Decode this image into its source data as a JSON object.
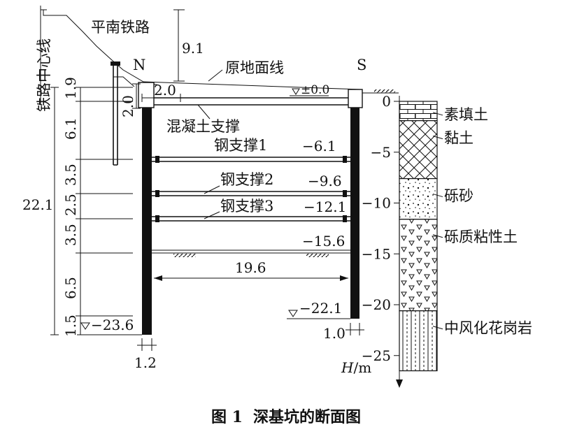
{
  "labels": {
    "railway": "平南铁路",
    "centerline": "铁路中心线",
    "north": "N",
    "south": "S",
    "ground": "原地面线",
    "ground_level": "±0.0",
    "concrete": "混凝土支撑",
    "steel1": "钢支撑1",
    "steel2": "钢支撑2",
    "steel3": "钢支撑3",
    "lvl_s1": "−6.1",
    "lvl_s2": "−9.6",
    "lvl_s3": "−12.1",
    "lvl_bottom": "−15.6",
    "lvl_south_toe": "−22.1",
    "lvl_north_toe": "−23.6",
    "dim_9_1": "9.1",
    "dim_2_0_top": "2.0",
    "dim_2_0_side": "2.0",
    "dim_1_9": "1.9",
    "dim_6_1": "6.1",
    "dim_3_5a": "3.5",
    "dim_2_5": "2.5",
    "dim_3_5b": "3.5",
    "dim_6_5": "6.5",
    "dim_1_5": "1.5",
    "dim_22_1": "22.1",
    "dim_19_6": "19.6",
    "dim_1_2": "1.2",
    "dim_1_0": "1.0",
    "axis_unit_italic": "H",
    "axis_unit_rest": "/m"
  },
  "depth_axis": {
    "ticks": [
      "0",
      "−5",
      "−10",
      "−15",
      "−20",
      "−25"
    ],
    "values": [
      0,
      -5,
      -10,
      -15,
      -20,
      -25
    ]
  },
  "soil_layers": [
    {
      "name": "素填土",
      "top": 0,
      "bottom": -1.9
    },
    {
      "name": "黏土",
      "top": -1.9,
      "bottom": -7.6
    },
    {
      "name": "砾砂",
      "top": -7.6,
      "bottom": -11.6
    },
    {
      "name": "砾质粘性土",
      "top": -11.6,
      "bottom": -20.6
    },
    {
      "name": "中风化花岗岩",
      "top": -20.6,
      "bottom": -26.5
    }
  ],
  "caption": {
    "number": "图 1",
    "title": "深基坑的断面图"
  }
}
